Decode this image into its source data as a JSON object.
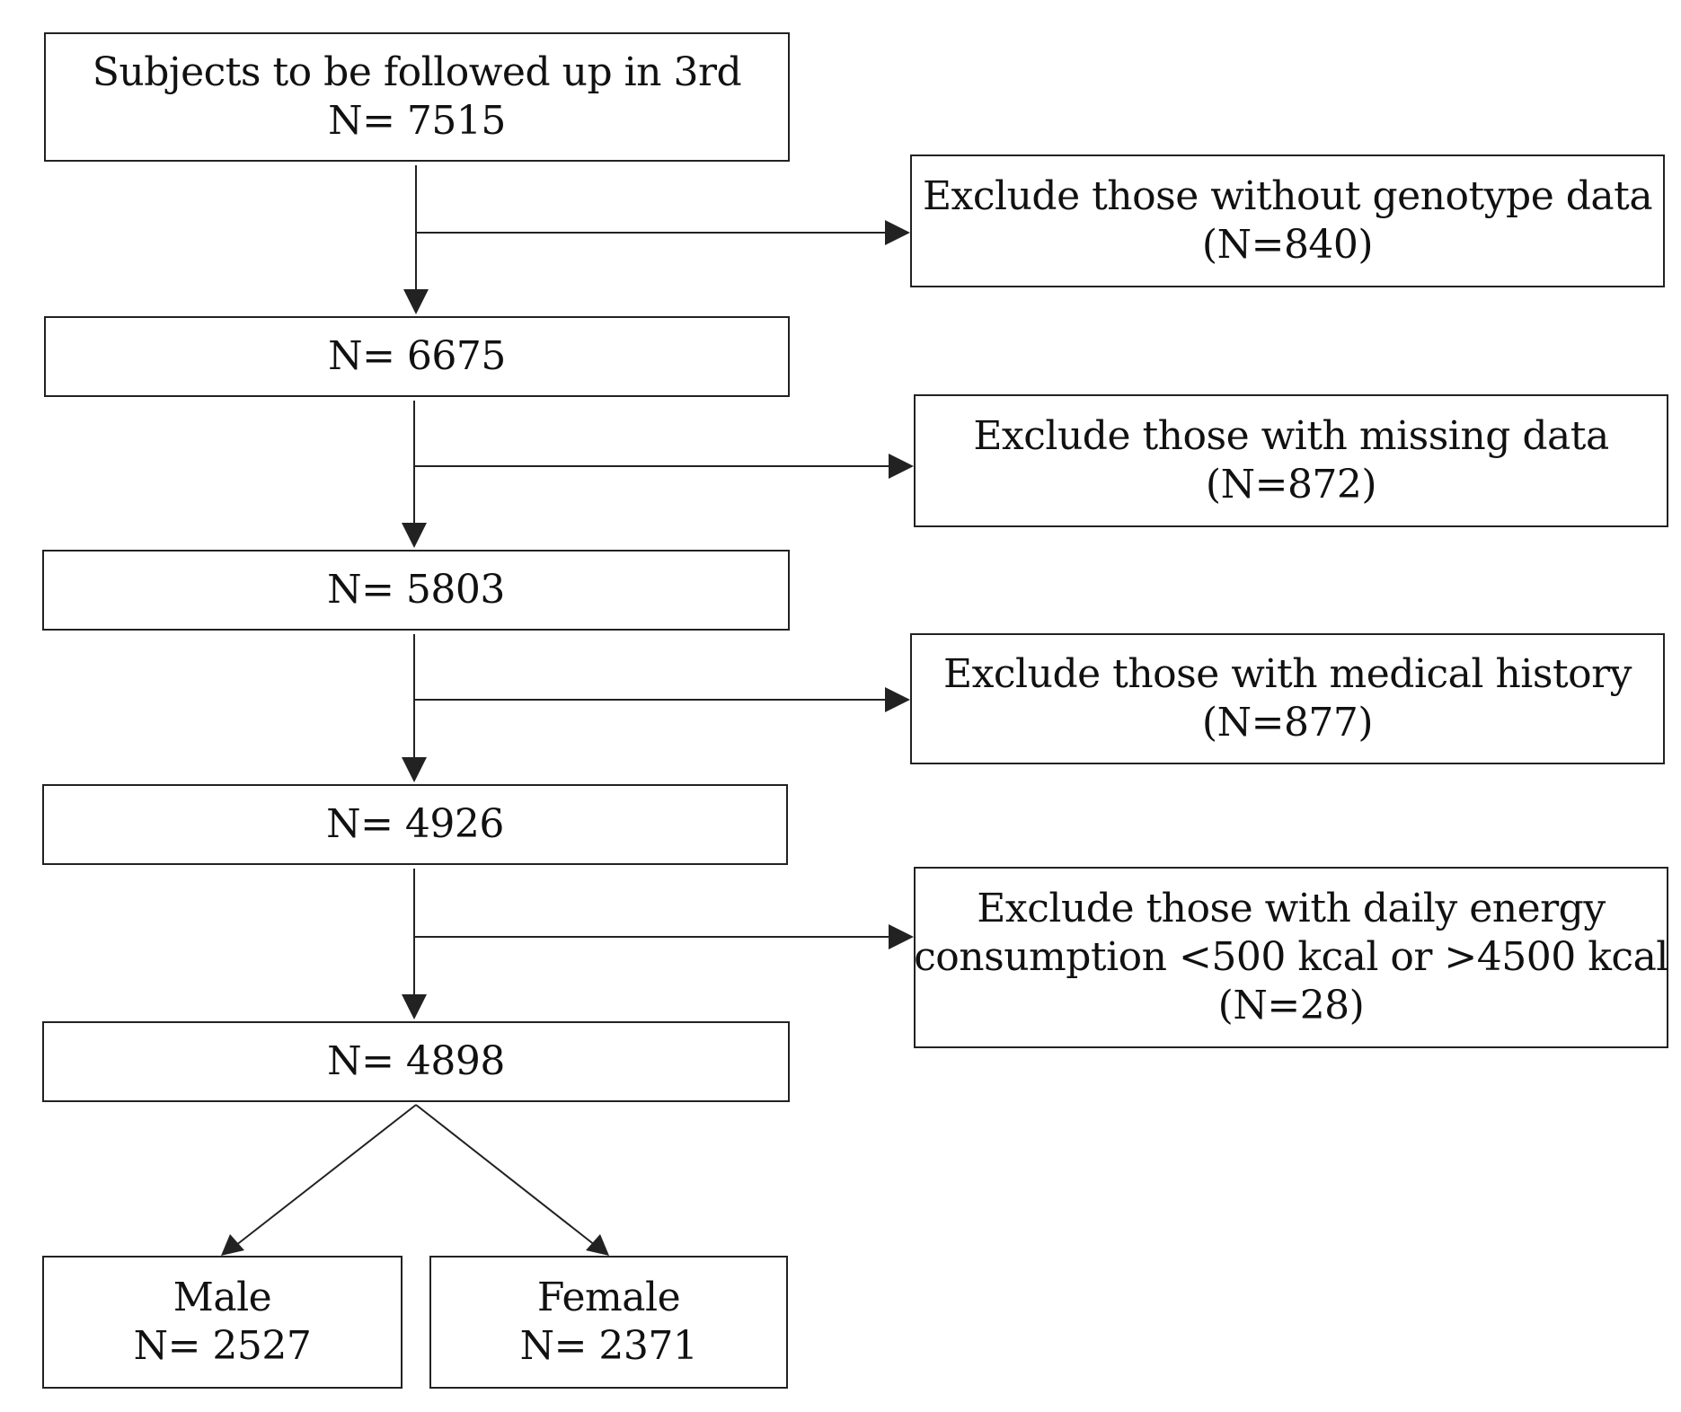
{
  "flowchart": {
    "start": {
      "line1": "Subjects to be followed up in 3rd",
      "line2": "N= 7515"
    },
    "step2": {
      "line1": "N= 6675"
    },
    "step3": {
      "line1": "N= 5803"
    },
    "step4": {
      "line1": "N= 4926"
    },
    "step5": {
      "line1": "N= 4898"
    },
    "male": {
      "line1": "Male",
      "line2": "N= 2527"
    },
    "female": {
      "line1": "Female",
      "line2": "N= 2371"
    },
    "exclusions": [
      {
        "line1": "Exclude those without genotype data",
        "line2": "(N=840)"
      },
      {
        "line1": "Exclude those with missing data",
        "line2": "(N=872)"
      },
      {
        "line1": "Exclude those with medical history",
        "line2": "(N=877)"
      },
      {
        "line1": "Exclude those with daily energy",
        "line2": "consumption <500 kcal or >4500 kcal",
        "line3": "(N=28)"
      }
    ]
  },
  "colors": {
    "line": "#222222",
    "text": "#111111",
    "background": "#ffffff"
  }
}
